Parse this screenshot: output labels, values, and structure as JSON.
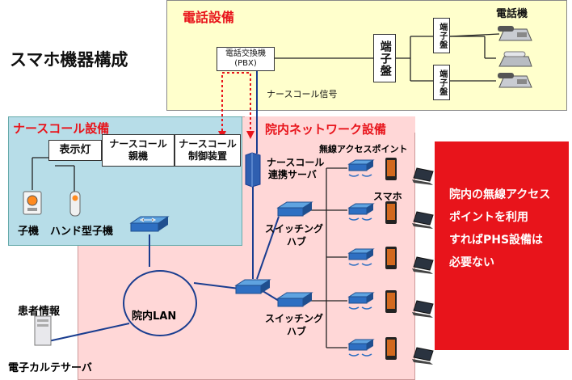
{
  "title": "スマホ機器構成",
  "phone_section": {
    "heading": "電話設備",
    "pbx_line1": "電話交換機",
    "pbx_line2": "(PBX)",
    "main_frame": "端子盤",
    "terminal_1": "端子盤",
    "terminal_2": "端子盤",
    "phones_label": "電話機",
    "signal_label": "ナースコール信号"
  },
  "nurse_section": {
    "heading": "ナースコール設備",
    "display_light": "表示灯",
    "master_line1": "ナースコール",
    "master_line2": "親機",
    "controller_line1": "ナースコール",
    "controller_line2": "制御装置",
    "child_unit": "子機",
    "handheld_unit": "ハンド型子機"
  },
  "network_section": {
    "heading": "院内ネットワーク設備",
    "server_line1": "ナースコール",
    "server_line2": "連携サーバ",
    "ap_label": "無線アクセスポイント",
    "smartphone_label": "スマホ",
    "switch1_line1": "スイッチング",
    "switch1_line2": "ハブ",
    "switch2_line1": "スイッチング",
    "switch2_line2": "ハブ",
    "lan_label": "院内LAN"
  },
  "patient": {
    "heading": "患者情報",
    "server": "電子カルテサーバ"
  },
  "note": {
    "line1": "院内の無線アクセス",
    "line2": "ポイントを利用",
    "line3": "すればPHS設備は",
    "line4": "必要ない"
  },
  "colors": {
    "phone_bg": "#FFFFCC",
    "nurse_bg": "#B7DDE8",
    "network_bg": "#FFD7D7",
    "note_bg": "#E8141B",
    "heading_red": "#E8141B",
    "line_blue": "#1A3D8F",
    "dotted_red": "#E8141B"
  },
  "icons": [
    "desk-phone-icon",
    "cordless-phone-icon",
    "switching-hub-icon",
    "access-point-icon",
    "smartphone-icon",
    "laptop-icon",
    "server-icon",
    "call-button-icon",
    "handheld-call-icon"
  ]
}
